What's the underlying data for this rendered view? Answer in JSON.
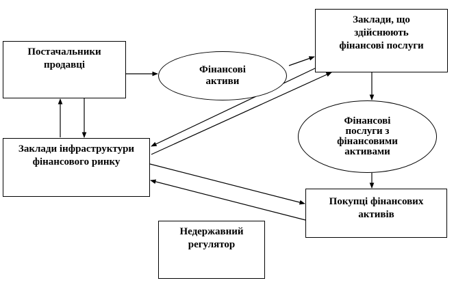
{
  "boxes": {
    "suppliers": "Постачальники\nпродавці",
    "institutions": "Заклади, що\nздійснюють\nфінансові послуги",
    "infrastructure": "Заклади інфраструктури\nфінансового ринку",
    "buyers": "Покупці фінансових\nактивів",
    "regulator": "Недержавний\nрегулятор"
  },
  "ellipses": {
    "assets": "Фінансові\nактиви",
    "services": "Фінансові\nпослуги з\nфінансовими\nактивами"
  },
  "line_color": "#000000"
}
